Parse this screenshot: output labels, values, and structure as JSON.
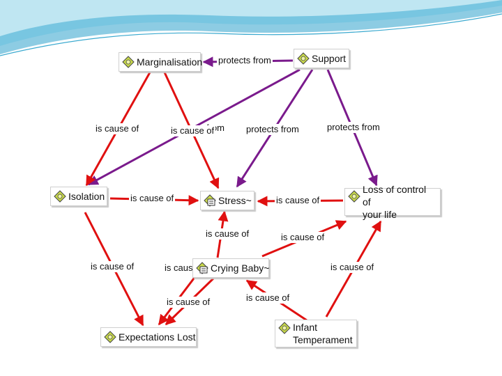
{
  "colors": {
    "causal": "#e01010",
    "protects": "#7a1a8c",
    "wave_light": "#bfe6f2",
    "wave_mid": "#6fc3df",
    "wave_dark": "#2fa3cc"
  },
  "icons": {
    "concept": "diamond-star-icon",
    "memo": "memo-note-icon"
  },
  "nodes": {
    "marginalisation": "Marginalisation",
    "support": "Support",
    "isolation": "Isolation",
    "stress": "Stress~",
    "loss_line1": "Loss of control of",
    "loss_line2": "your life",
    "crying_baby": "Crying Baby~",
    "expectations_lost": "Expectations Lost",
    "infant_line1": "Infant",
    "infant_line2": "Temperament"
  },
  "edge_labels": {
    "protects_from_top": "protects from",
    "protects_from_hidden": "from",
    "protects_from_stress": "protects from",
    "protects_from_loss": "protects from",
    "marg_isolation": "is cause of",
    "marg_stress": "is cause of",
    "isolation_stress": "is cause of",
    "loss_stress": "is cause of",
    "baby_stress": "is cause of",
    "baby_loss": "is cause of",
    "isolation_expect": "is cause of",
    "baby_expect_hidden": "is caus",
    "baby_expect": "is cause of",
    "infant_baby": "is cause of",
    "infant_loss": "is cause of"
  }
}
